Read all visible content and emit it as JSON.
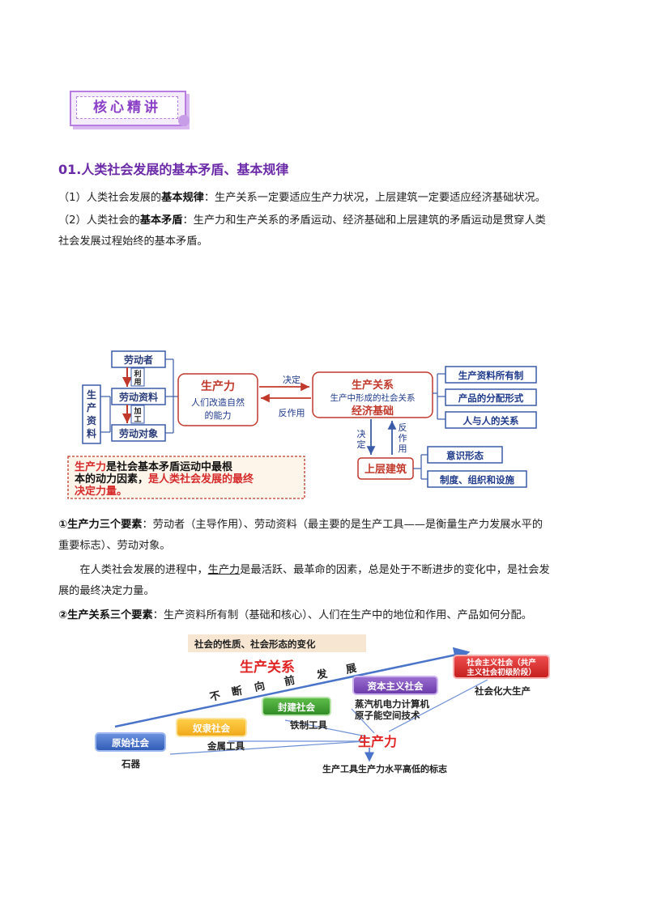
{
  "banner": {
    "title": "核心精讲"
  },
  "section": {
    "title": "01.人类社会发展的基本矛盾、基本规律"
  },
  "p1": {
    "prefix": "（1）人类社会发展的",
    "bold": "基本规律",
    "rest": "：生产关系一定要适应生产力状况，上层建筑一定要适应经济基础状况。"
  },
  "p2": {
    "prefix": "（2）人类社会的",
    "bold": "基本矛盾",
    "rest": "：生产力和生产关系的矛盾运动、经济基础和上层建筑的矛盾运动是贯穿人类",
    "line2": "社会发展过程始终的基本矛盾。"
  },
  "diagram1": {
    "means_label": [
      "生",
      "产",
      "资",
      "料"
    ],
    "laborer": "劳动者",
    "use": [
      "利",
      "用"
    ],
    "instrument": "劳动资料",
    "process": [
      "加",
      "工"
    ],
    "object": "劳动对象",
    "productive_force": "生产力",
    "pf_desc": [
      "人们改造自然",
      "的能力"
    ],
    "decide": "决定",
    "react": "反作用",
    "relations": "生产关系",
    "relations_desc": "生产中形成的社会关系",
    "economic_base": "经济基础",
    "rel_items": [
      "生产资料所有制",
      "产品的分配形式",
      "人与人的关系"
    ],
    "decide_v": [
      "决",
      "定"
    ],
    "react_v": [
      "反",
      "作",
      "用"
    ],
    "superstructure": "上层建筑",
    "super_items": [
      "意识形态",
      "制度、组织和设施"
    ],
    "note_red1": "生产力",
    "note_black1": "是社会基本矛盾运动中最根",
    "note_black2": "本的动力因素，",
    "note_red2": "是人类社会发展的最终",
    "note_red3": "决定力量。"
  },
  "p3": {
    "bold": "①生产力三个要素",
    "rest": "：劳动者（主导作用）、劳动资料（最主要的是生产工具——是衡量生产力发展水平的",
    "line2": "重要标志）、劳动对象。"
  },
  "p4": {
    "a": "在人类社会发展的进程中，",
    "u": "生产力",
    "b": "是最活跃、最革命的因素，总是处于不断进步的变化中，是社会发",
    "line2": "展的最终决定力量。"
  },
  "p5": {
    "bold": "②生产关系三个要素",
    "rest": "：生产资料所有制（基础和核心）、人们在生产中的地位和作用、产品如何分配。"
  },
  "diagram2": {
    "top_label": "社会的性质、社会形态的变化",
    "relations": "生产关系",
    "progress": [
      "不",
      "断",
      "向",
      "前",
      "发",
      "展"
    ],
    "societies": [
      "原始社会",
      "奴隶社会",
      "封建社会",
      "资本主义社会"
    ],
    "socialism": [
      "社会主义社会（共产",
      "主义社会初级阶段）"
    ],
    "tools": [
      "石器",
      "金属工具",
      "铁制工具"
    ],
    "tools_modern": [
      "蒸汽机电力计算机",
      "原子能空间技术"
    ],
    "big_production": "社会化大生产",
    "productive_force": "生产力",
    "indicator": "生产工具生产力水平高低的标志"
  }
}
